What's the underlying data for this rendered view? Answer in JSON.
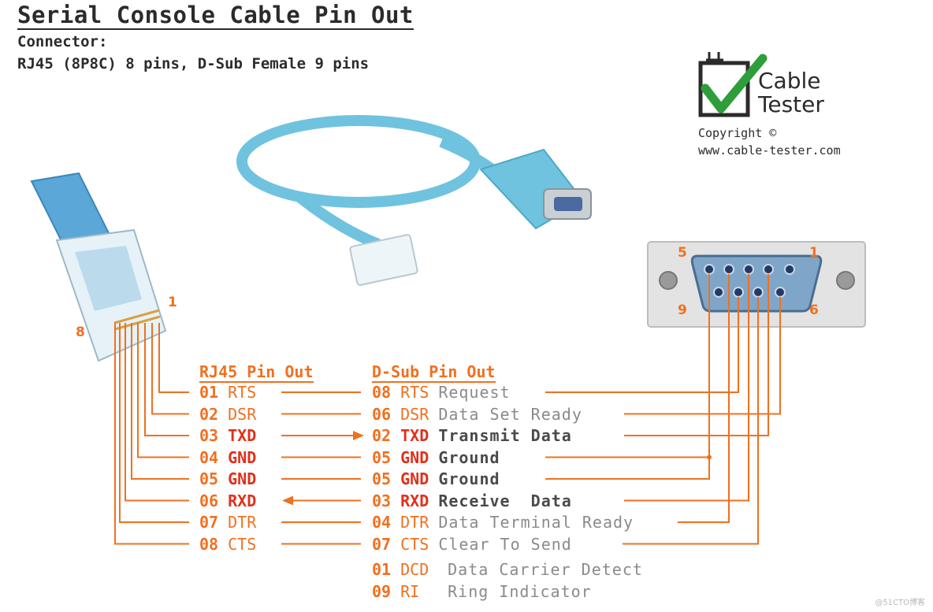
{
  "header": {
    "title": "Serial Console Cable Pin Out",
    "connector_label": "Connector:",
    "connector_desc": "RJ45 (8P8C) 8 pins, D-Sub Female 9 pins"
  },
  "logo": {
    "line1": "Cable",
    "line2": "Tester",
    "copyright": "Copyright ©",
    "url": "www.cable-tester.com"
  },
  "rj45_labels": {
    "pin1": "1",
    "pin8": "8"
  },
  "dsub_labels": {
    "pin5": "5",
    "pin1": "1",
    "pin9": "9",
    "pin6": "6"
  },
  "columns": {
    "rj45": "RJ45 Pin Out",
    "dsub": "D-Sub Pin Out"
  },
  "rows": [
    {
      "rj_num": "01",
      "rj_sig": "RTS",
      "ds_num": "08",
      "ds_sig": "RTS",
      "desc": "Request"
    },
    {
      "rj_num": "02",
      "rj_sig": "DSR",
      "ds_num": "06",
      "ds_sig": "DSR",
      "desc": "Data Set Ready"
    },
    {
      "rj_num": "03",
      "rj_sig": "TXD",
      "ds_num": "02",
      "ds_sig": "TXD",
      "desc": "Transmit Data"
    },
    {
      "rj_num": "04",
      "rj_sig": "GND",
      "ds_num": "05",
      "ds_sig": "GND",
      "desc": "Ground"
    },
    {
      "rj_num": "05",
      "rj_sig": "GND",
      "ds_num": "05",
      "ds_sig": "GND",
      "desc": "Ground"
    },
    {
      "rj_num": "06",
      "rj_sig": "RXD",
      "ds_num": "03",
      "ds_sig": "RXD",
      "desc": "Receive  Data"
    },
    {
      "rj_num": "07",
      "rj_sig": "DTR",
      "ds_num": "04",
      "ds_sig": "DTR",
      "desc": "Data Terminal Ready"
    },
    {
      "rj_num": "08",
      "rj_sig": "CTS",
      "ds_num": "07",
      "ds_sig": "CTS",
      "desc": "Clear To Send"
    }
  ],
  "extra_rows": [
    {
      "ds_num": "01",
      "ds_sig": "DCD",
      "desc": "Data Carrier Detect"
    },
    {
      "ds_num": "09",
      "ds_sig": "RI",
      "desc": "Ring Indicator"
    }
  ],
  "watermark": "@51CTO博客",
  "colors": {
    "wire": "#f07020",
    "cable": "#6fc3df",
    "text": "#2b2b2b",
    "accent_red": "#e0301a"
  }
}
